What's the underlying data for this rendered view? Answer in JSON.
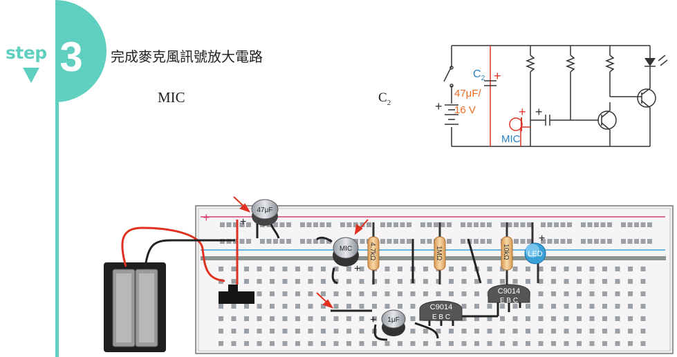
{
  "header": {
    "step_label": "step",
    "step_number": "3",
    "title": "完成麥克風訊號放大電路"
  },
  "annotations": {
    "mic": "MIC",
    "c2_main": "C",
    "c2_sub": "2"
  },
  "schematic": {
    "c2_label": "C",
    "c2_sub": "2",
    "cap_value": "47μF/",
    "cap_voltage": "16  V",
    "mic_label": "MIC",
    "plus": "+"
  },
  "breadboard": {
    "cap_47": "47μF",
    "cap_1": "1μF",
    "mic": "MIC",
    "r1": "4.7kΩ",
    "r2": "1MΩ",
    "r3": "10kΩ",
    "led": "LED",
    "transistor1": "C9014",
    "transistor2": "C9014",
    "pins": "E B C",
    "plus": "+"
  },
  "colors": {
    "accent_teal": "#5fcfc0",
    "wire_red": "#e03020",
    "rail_red": "#d04070",
    "rail_blue": "#3aa0d8",
    "label_orange": "#f06a20",
    "label_blue": "#2a7fc0"
  }
}
